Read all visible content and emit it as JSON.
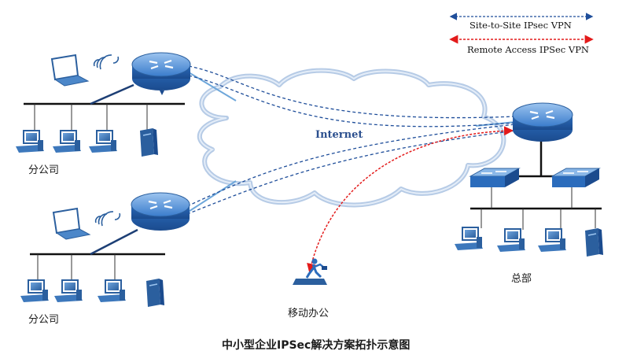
{
  "legend": {
    "site_to_site": "Site-to-Site IPsec VPN",
    "remote_access": "Remote Access IPSec VPN"
  },
  "labels": {
    "internet": "Internet",
    "branch_1": "分公司",
    "branch_2": "分公司",
    "headquarters": "总部",
    "mobile_office": "移动办公",
    "caption": "中小型企业IPSec解决方案拓扑示意图"
  },
  "colors": {
    "site_to_site_line": "#1f4e9a",
    "remote_access_line": "#e31b1b",
    "router_blue": "#2a6bb8",
    "cloud_stroke": "#b6cbe6",
    "cloud_fill": "#ffffff",
    "lan_line": "#111111"
  }
}
